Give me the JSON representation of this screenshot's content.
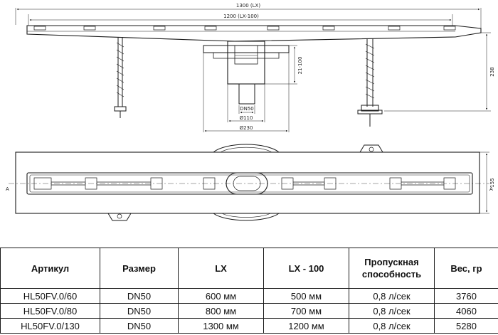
{
  "dimensions": {
    "overall_length": "1300 (LX)",
    "inner_length": "1200 (LX-100)",
    "height_range": "21-100",
    "height_total": "238",
    "outlet_dn": "DN50",
    "outlet_diameter": "Ø110",
    "flange_diameter": "Ø230",
    "width": "155",
    "section_left": "A",
    "section_right": "A"
  },
  "table": {
    "headers": [
      "Артикул",
      "Размер",
      "LX",
      "LX - 100",
      "Пропускная способность",
      "Вес, гр"
    ],
    "rows": [
      [
        "HL50FV.0/60",
        "DN50",
        "600 мм",
        "500 мм",
        "0,8 л/сек",
        "3760"
      ],
      [
        "HL50FV.0/80",
        "DN50",
        "800 мм",
        "700 мм",
        "0,8 л/сек",
        "4060"
      ],
      [
        "HL50FV.0/130",
        "DN50",
        "1300 мм",
        "1200 мм",
        "0,8 л/сек",
        "5280"
      ]
    ]
  },
  "colors": {
    "line": "#1a1a1a",
    "background": "#ffffff"
  }
}
